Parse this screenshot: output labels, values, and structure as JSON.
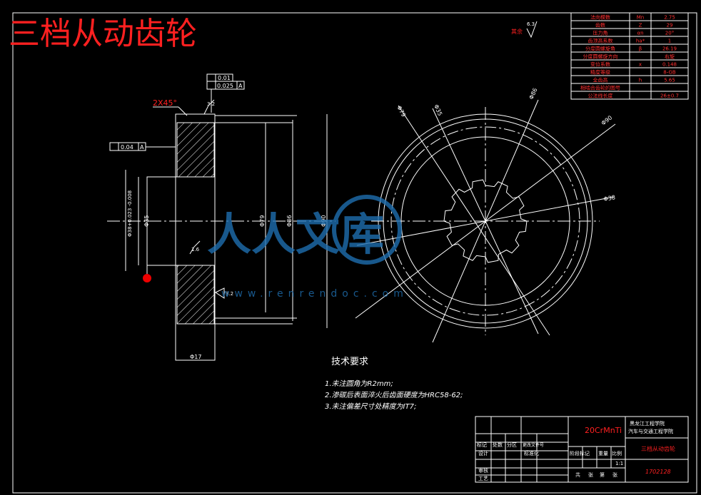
{
  "title": "三档从动齿轮",
  "colors": {
    "background": "#000000",
    "line": "#ffffff",
    "title": "#ff1010",
    "table_text": "#ff3030",
    "watermark": "#1f6fb0"
  },
  "roughness_note": {
    "label": "其余",
    "value": "6.3"
  },
  "params": [
    [
      "法向模数",
      "Mn",
      "2.75"
    ],
    [
      "齿数",
      "Z",
      "29"
    ],
    [
      "压力角",
      "αn",
      "20°"
    ],
    [
      "齿顶高系数",
      "ha*",
      "1"
    ],
    [
      "分度圆螺旋角",
      "β",
      "26.19"
    ],
    [
      "分度圆螺旋方向",
      "",
      "右旋"
    ],
    [
      "变位系数",
      "x",
      "0.148"
    ],
    [
      "精度等级",
      "",
      "8-GB"
    ],
    [
      "全齿高",
      "h",
      "5.65"
    ],
    [
      "相啮合齿轮的图号",
      "",
      ""
    ],
    [
      "公法线长度",
      "",
      "26±0.7"
    ]
  ],
  "dims": {
    "chamfer": "2X45°",
    "runout_1": "0.01",
    "runout_2": "0.025",
    "datum_a": "A",
    "perp_tol": "0.04",
    "rough_1": "3.2",
    "rough_2": "1.6",
    "rough_3": "3.2",
    "bore_tol": "Φ38+0.023 -0.008",
    "d35": "Φ35",
    "d79": "Φ79",
    "d86": "Φ86",
    "d90": "Φ90",
    "width": "Φ17",
    "r_d79": "Φ79",
    "r_d35": "Φ35",
    "r_d86": "Φ86",
    "r_d90": "Φ90",
    "r_d38": "Φ38"
  },
  "watermark": {
    "text": "人人文库",
    "url": "www.renrendoc.com"
  },
  "tech": {
    "heading": "技术要求",
    "items": [
      "1.未注圆角为R2mm;",
      "2.渗碳后表面淬火后齿面硬度为HRC58-62;",
      "3.未注偏差尺寸处精度为IT7;"
    ]
  },
  "titleblock": {
    "material": "20CrMnTi",
    "school": "黑龙江工程学院",
    "dept": "汽车与交通工程学院",
    "part": "三档从动齿轮",
    "dwg": "1702128",
    "h_mark": "标记",
    "h_count": "处数",
    "h_zone": "分区",
    "h_change": "更改文件号",
    "design": "设计",
    "std": "标准化",
    "stage": "阶段标记",
    "weight": "重量",
    "scale": "比例",
    "scale_val": "1:1",
    "review": "审核",
    "process": "工艺",
    "sheets": "共",
    "sheet_unit": "张",
    "sheet_no": "第",
    "sheet_unit2": "张"
  }
}
